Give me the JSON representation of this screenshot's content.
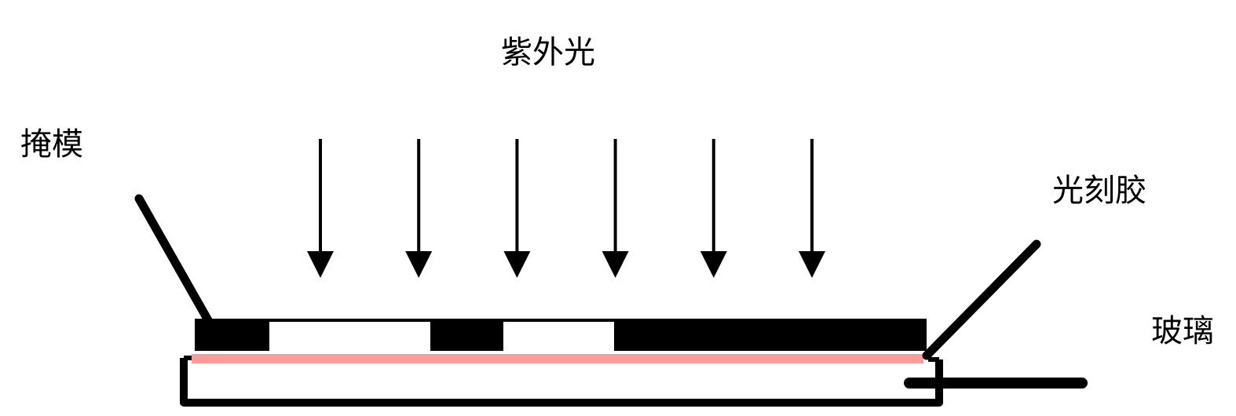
{
  "labels": {
    "uv_light": "紫外光",
    "mask": "掩模",
    "photoresist": "光刻胶",
    "glass": "玻璃"
  },
  "colors": {
    "mask": "#000000",
    "photoresist": "#f89c9c",
    "glass_outline": "#000000",
    "arrow": "#000000",
    "background": "#ffffff"
  },
  "arrow_count": 6,
  "arrow_direction": "down"
}
